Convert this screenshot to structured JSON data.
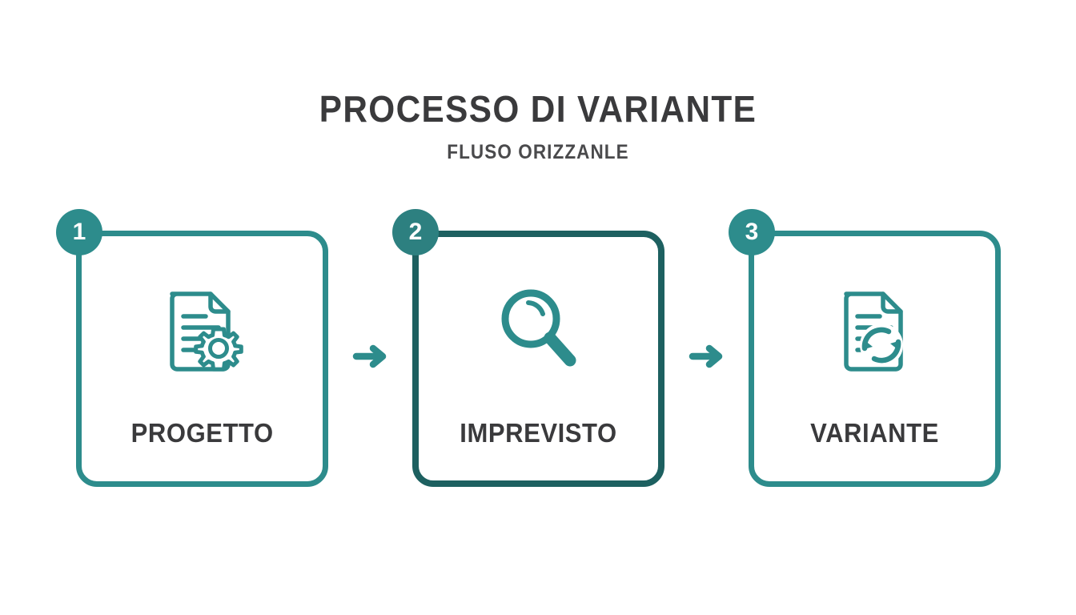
{
  "header": {
    "title": "PROCESSO DI VARIANTE",
    "subtitle": "FLUSO ORIZZANLE"
  },
  "colors": {
    "teal": "#2d8c8c",
    "teal_dark": "#1d6060",
    "text_dark": "#3a3a3c",
    "background": "#ffffff"
  },
  "flow": {
    "steps": [
      {
        "number": "1",
        "label": "PROGETTO",
        "icon": "document-gear-icon",
        "emphasis": false
      },
      {
        "number": "2",
        "label": "IMPREVISTO",
        "icon": "magnifier-icon",
        "emphasis": true
      },
      {
        "number": "3",
        "label": "VARIANTE",
        "icon": "document-refresh-icon",
        "emphasis": false
      }
    ],
    "connectors": [
      {
        "icon": "arrow-right-icon"
      },
      {
        "icon": "arrow-right-icon"
      }
    ]
  }
}
